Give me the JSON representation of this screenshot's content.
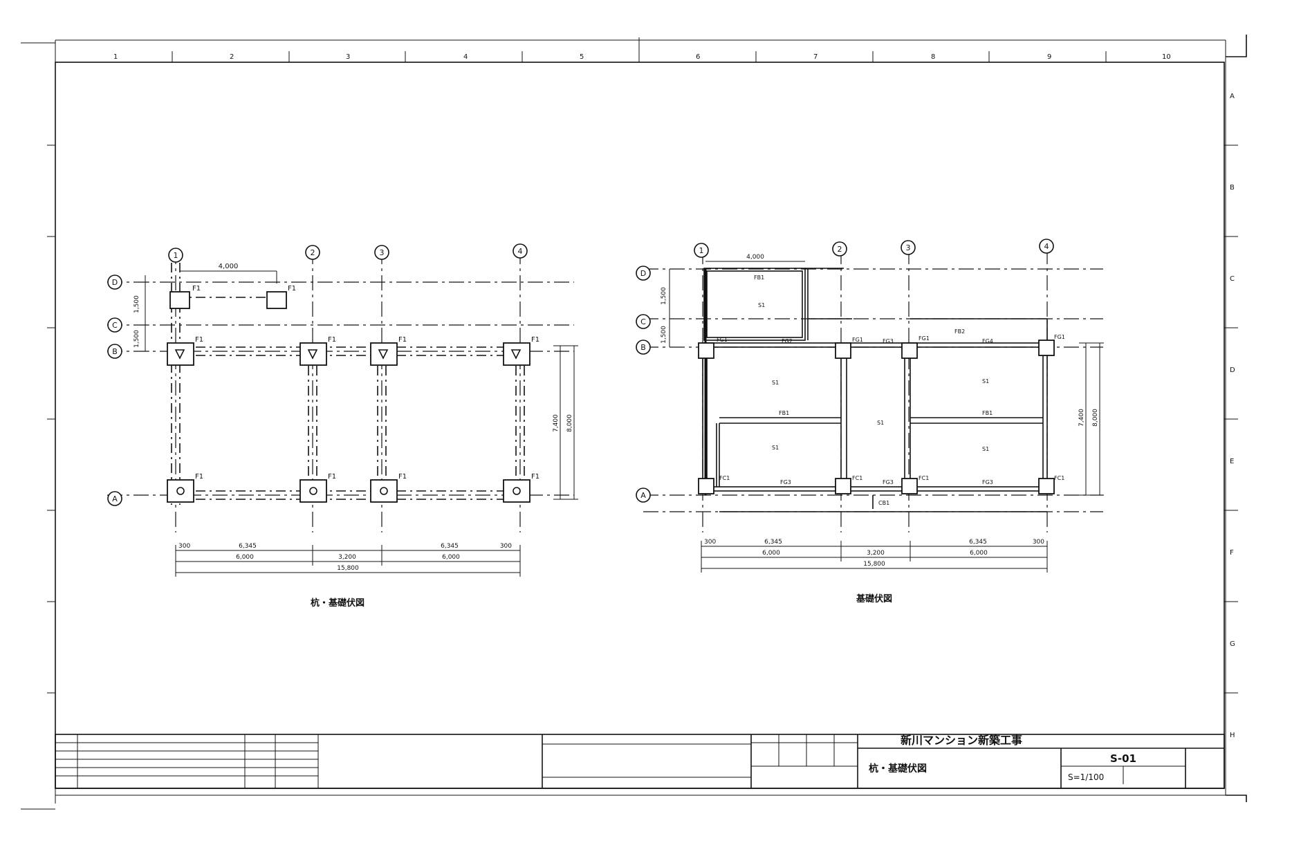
{
  "border": {
    "top_cols": [
      "1",
      "2",
      "3",
      "4",
      "5",
      "6",
      "7",
      "8",
      "9",
      "10"
    ],
    "right_rows": [
      "A",
      "B",
      "C",
      "D",
      "E",
      "F",
      "G",
      "H"
    ]
  },
  "left_plan": {
    "axes_x": [
      "1",
      "2",
      "3",
      "4"
    ],
    "axes_y": [
      "A",
      "B",
      "C",
      "D"
    ],
    "tags": [
      "F1",
      "F1",
      "F1",
      "F1",
      "F1",
      "F1",
      "F1",
      "F1",
      "F1",
      "F1"
    ],
    "dims": {
      "top_span": "4,000",
      "left_1": "1,500",
      "left_2": "1,500",
      "bottom_a": "6,345",
      "bottom_b": "6,345",
      "bottom_c": "3,200",
      "bottom_sub1": "6,000",
      "bottom_sub2": "6,000",
      "bottom_total": "15,800",
      "bottom_end_l": "300",
      "bottom_end_r": "300",
      "right_1": "7,400",
      "right_2": "8,000"
    },
    "caption": "杭・基礎伏図"
  },
  "right_plan": {
    "axes_x": [
      "1",
      "2",
      "3",
      "4"
    ],
    "axes_y": [
      "A",
      "B",
      "C",
      "D"
    ],
    "labels": {
      "top_span": "4,000",
      "left_1": "1,500",
      "left_2": "1,500",
      "bottom_a": "6,345",
      "bottom_b": "6,345",
      "bottom_c": "3,200",
      "bottom_sub1": "6,000",
      "bottom_sub2": "6,000",
      "bottom_total": "15,800",
      "bottom_end_l": "300",
      "bottom_end_r": "300",
      "right_1": "7,400",
      "right_2": "8,000",
      "fg1": "FG1",
      "fg2": "FG2",
      "fg3": "FG3",
      "fg4": "FG4",
      "fb1": "FB1",
      "fb2": "FB2",
      "s1": "S1",
      "fc1": "FC1",
      "cb1": "CB1"
    },
    "caption": "基礎伏図"
  },
  "title_block": {
    "project": "新川マンション新築工事",
    "drawing_title": "杭・基礎伏図",
    "drawing_no": "S-01",
    "scale": "S=1/100"
  }
}
